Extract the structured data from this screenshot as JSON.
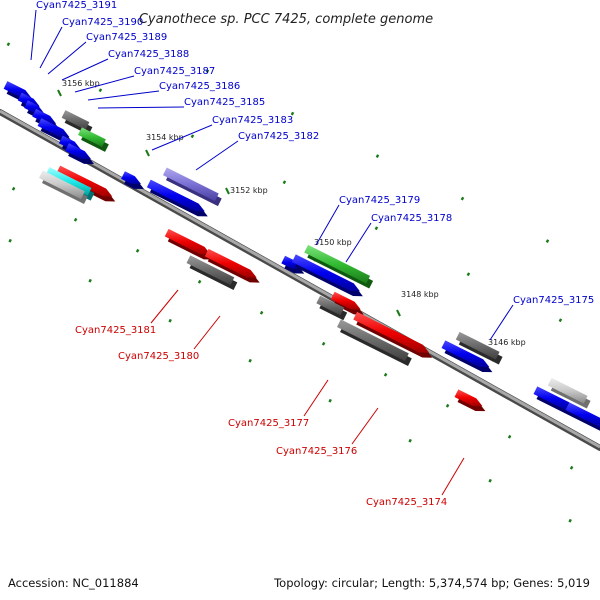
{
  "title": "Cyanothece sp. PCC 7425, complete genome",
  "footer": {
    "accession": "Accession: NC_011884",
    "summary": "Topology: circular; Length: 5,374,574 bp; Genes: 5,019"
  },
  "colors": {
    "top_label": "#0000cc",
    "bottom_label": "#cc0000",
    "tick": "#1a7a1a",
    "backbone": "#808080"
  },
  "kbp_markers": [
    "3156 kbp",
    "3154 kbp",
    "3152 kbp",
    "3150 kbp",
    "3148 kbp",
    "3146 kbp"
  ],
  "genes_top": [
    {
      "label": "Cyan7425_3191",
      "color": "blue"
    },
    {
      "label": "Cyan7425_3190",
      "color": "blue"
    },
    {
      "label": "Cyan7425_3189",
      "color": "blue"
    },
    {
      "label": "Cyan7425_3188",
      "color": "blue"
    },
    {
      "label": "Cyan7425_3187",
      "color": "gray"
    },
    {
      "label": "Cyan7425_3186",
      "color": "green"
    },
    {
      "label": "Cyan7425_3185",
      "color": "gray"
    },
    {
      "label": "Cyan7425_3183",
      "color": "blue"
    },
    {
      "label": "Cyan7425_3182",
      "color": "purple"
    },
    {
      "label": "Cyan7425_3179",
      "color": "green"
    },
    {
      "label": "Cyan7425_3178",
      "color": "blue"
    },
    {
      "label": "Cyan7425_3175",
      "color": "gray"
    }
  ],
  "genes_bottom": [
    {
      "label": "Cyan7425_3181",
      "color": "red"
    },
    {
      "label": "Cyan7425_3180",
      "color": "gray"
    },
    {
      "label": "Cyan7425_3177",
      "color": "gray"
    },
    {
      "label": "Cyan7425_3176",
      "color": "gray"
    },
    {
      "label": "Cyan7425_3174",
      "color": "red"
    }
  ]
}
